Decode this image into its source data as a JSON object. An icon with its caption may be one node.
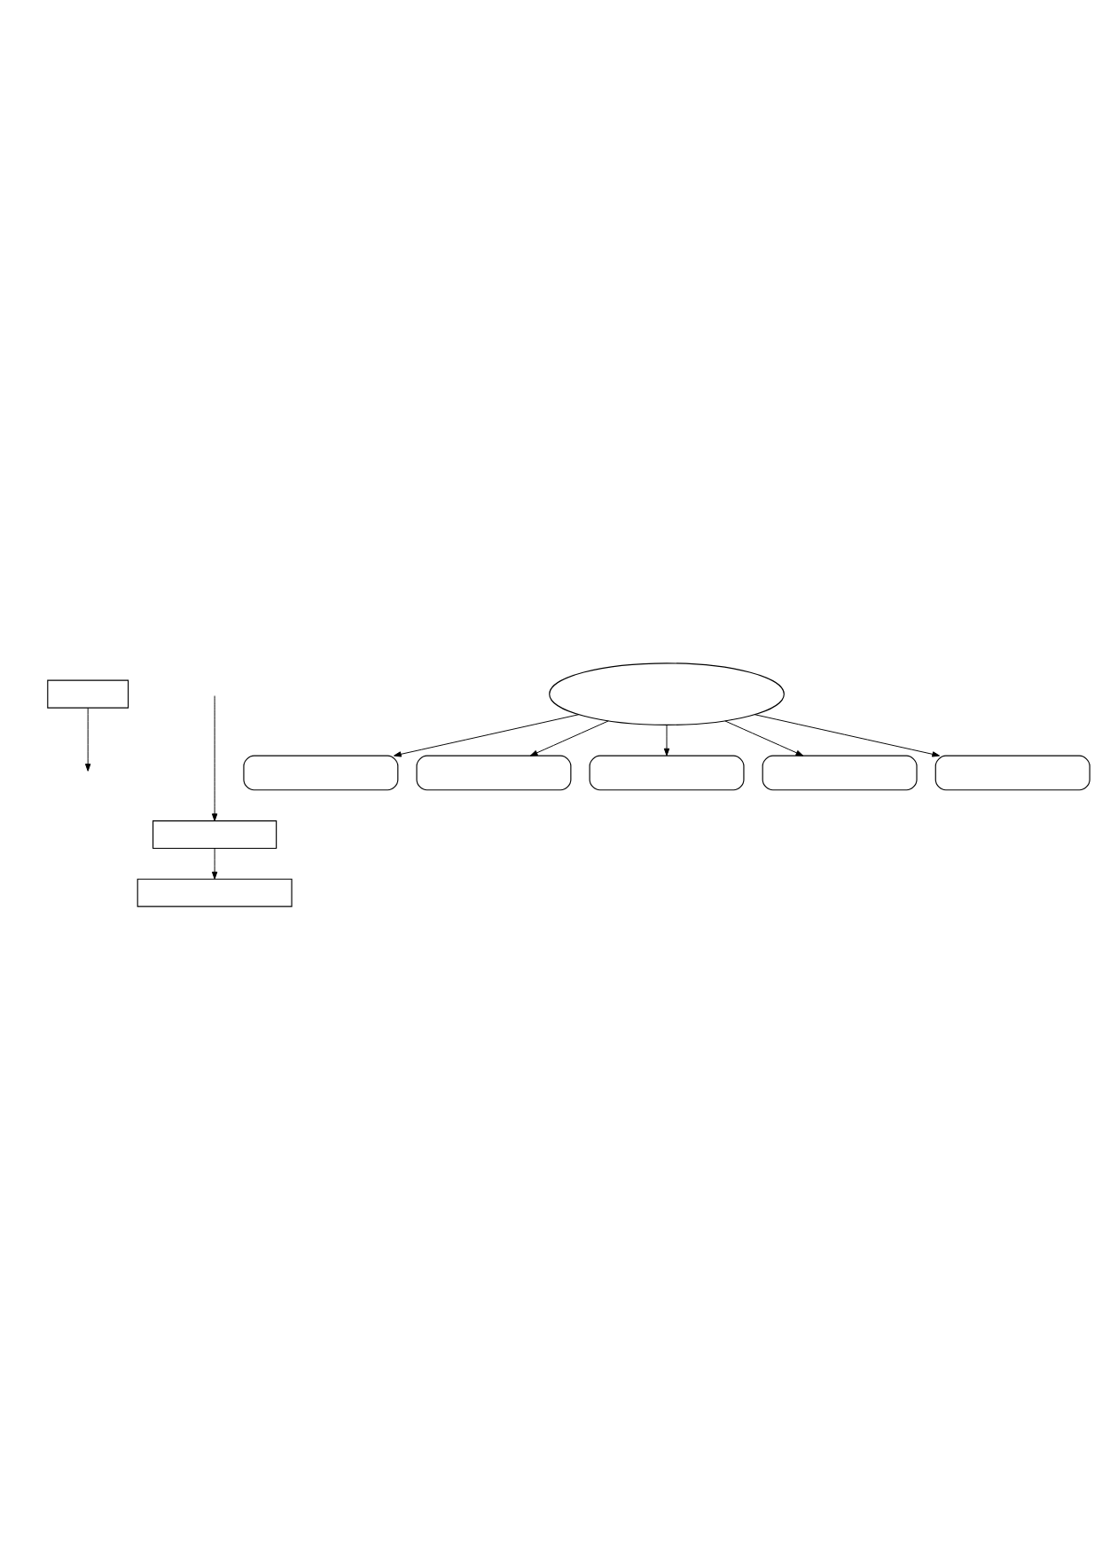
{
  "diagram": {
    "nodes": [
      {
        "text": [],
        "shape": "box"
      },
      {
        "text": [],
        "shape": "box"
      },
      {
        "text": [],
        "shape": "box"
      },
      {
        "text": [],
        "shape": "box"
      },
      {
        "text": [],
        "shape": "box"
      },
      {
        "text": [],
        "shape": "box"
      },
      {
        "text": [],
        "shape": "ellipse"
      },
      {
        "text": [],
        "shape": "box"
      },
      {
        "text": [],
        "shape": "box"
      }
    ],
    "edges": [
      {
        "from": 0,
        "to": null,
        "arrow": "to"
      },
      {
        "from": null,
        "to": 1,
        "arrow": "to"
      },
      {
        "from": 1,
        "to": 2,
        "arrow": "to"
      },
      {
        "from": 6,
        "to": 3,
        "arrow": "to"
      },
      {
        "from": 6,
        "to": 4,
        "arrow": "to"
      },
      {
        "from": 6,
        "to": 5,
        "arrow": "to"
      },
      {
        "from": 6,
        "to": 7,
        "arrow": "to"
      },
      {
        "from": 6,
        "to": 8,
        "arrow": "to"
      }
    ]
  }
}
